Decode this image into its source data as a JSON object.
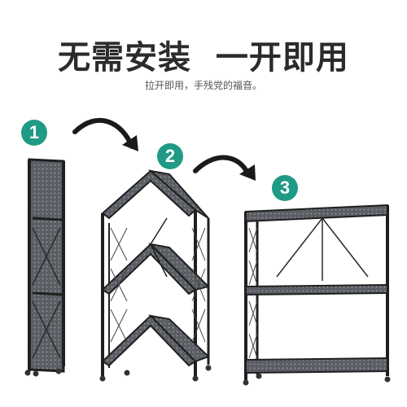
{
  "headline": "无需安装  一开即用",
  "subline": "拉开即用，手残党的福音。",
  "steps": [
    {
      "number": "1",
      "color": "#1f9a84"
    },
    {
      "number": "2",
      "color": "#1f9a84"
    },
    {
      "number": "3",
      "color": "#1f9a84"
    }
  ],
  "colors": {
    "shelf_frame": "#1f1f1f",
    "shelf_panel": "#5a5d63",
    "arrow": "#1a1a1a",
    "step_badge": "#1f9a84"
  }
}
